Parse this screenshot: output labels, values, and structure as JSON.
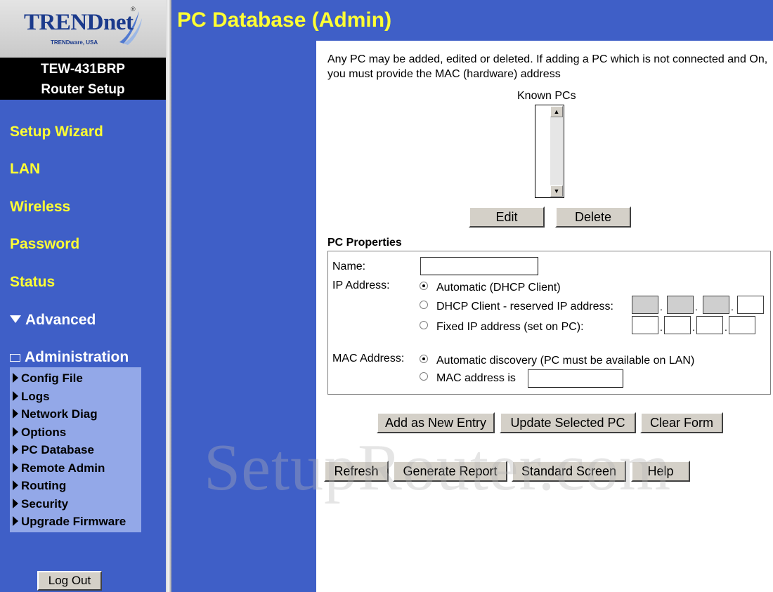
{
  "brand": {
    "logo_text": "TRENDnet",
    "logo_reg": "®",
    "logo_subtitle": "TRENDware, USA",
    "model": "TEW-431BRP",
    "model_subtitle": "Router Setup"
  },
  "sidebar": {
    "items": [
      {
        "label": "Setup Wizard"
      },
      {
        "label": "LAN"
      },
      {
        "label": "Wireless"
      },
      {
        "label": "Password"
      },
      {
        "label": "Status"
      },
      {
        "label": "Advanced"
      }
    ],
    "admin_label": "Administration",
    "submenu": [
      {
        "label": "Config File"
      },
      {
        "label": "Logs"
      },
      {
        "label": "Network Diag"
      },
      {
        "label": "Options"
      },
      {
        "label": "PC Database"
      },
      {
        "label": "Remote Admin"
      },
      {
        "label": "Routing"
      },
      {
        "label": "Security"
      },
      {
        "label": "Upgrade Firmware"
      }
    ],
    "logout_label": "Log Out"
  },
  "page": {
    "title": "PC Database (Admin)",
    "intro": "Any PC may be added, edited or deleted. If adding a PC which is not connected and On, you must provide the MAC (hardware) address",
    "known_pcs_label": "Known PCs",
    "edit_label": "Edit",
    "delete_label": "Delete"
  },
  "properties": {
    "title": "PC Properties",
    "name_label": "Name:",
    "name_value": "",
    "ip_label": "IP Address:",
    "ip_options": [
      {
        "label": "Automatic (DHCP Client)",
        "selected": true
      },
      {
        "label": "DHCP Client - reserved IP address:",
        "selected": false
      },
      {
        "label": "Fixed IP address (set on PC):",
        "selected": false
      }
    ],
    "mac_label": "MAC Address:",
    "mac_options": [
      {
        "label": "Automatic discovery (PC must be available on LAN)",
        "selected": true
      },
      {
        "label": "MAC address is",
        "selected": false
      }
    ],
    "mac_value": ""
  },
  "actions": {
    "add_label": "Add as New Entry",
    "update_label": "Update Selected PC",
    "clear_label": "Clear Form",
    "refresh_label": "Refresh",
    "report_label": "Generate Report",
    "standard_label": "Standard Screen",
    "help_label": "Help"
  },
  "watermark": "SetupRouter.com",
  "icons": {
    "scroll_up": "scroll-up-arrow-icon",
    "scroll_down": "scroll-down-arrow-icon",
    "expand": "triangle-down-icon",
    "menu_bullet": "triangle-right-icon"
  }
}
